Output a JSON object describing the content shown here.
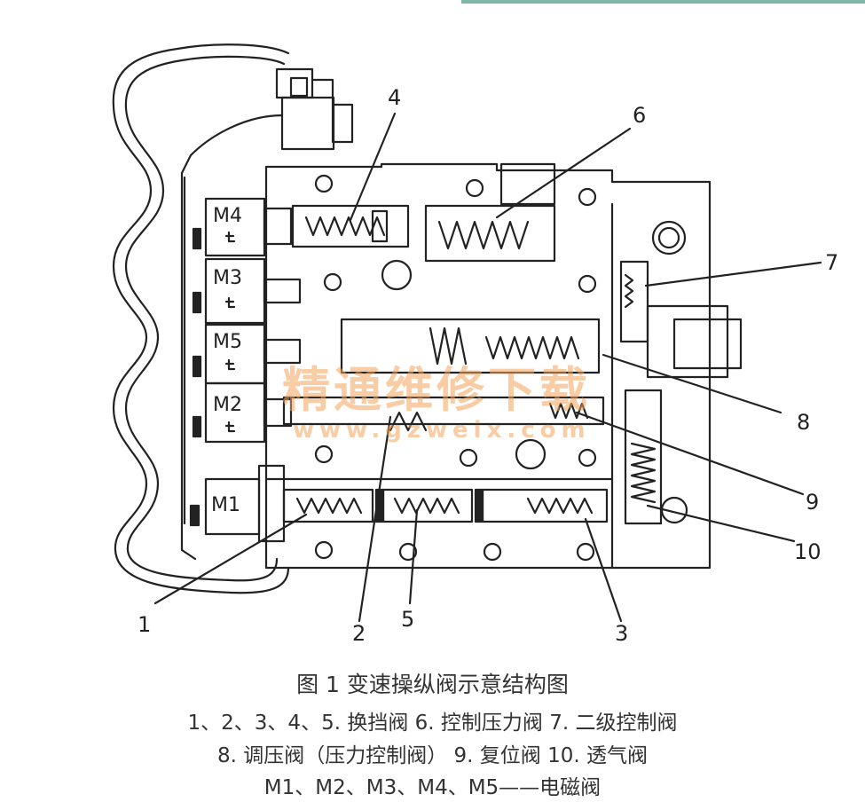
{
  "solenoids": [
    "M4",
    "M3",
    "M5",
    "M2",
    "M1"
  ],
  "callouts": [
    "1",
    "2",
    "3",
    "4",
    "5",
    "6",
    "7",
    "8",
    "9",
    "10"
  ],
  "watermark": {
    "cn": "精通维修下载",
    "url": "www.gzweix.com"
  },
  "caption": {
    "title": "图 1   变速操纵阀示意结构图",
    "line1": "1、2、3、4、5. 换挡阀  6. 控制压力阀  7. 二级控制阀",
    "line2": "8. 调压阀（压力控制阀）  9. 复位阀  10. 透气阀",
    "line3": "M1、M2、M3、M4、M5——电磁阀"
  },
  "colors": {
    "line": "#222222",
    "watermark": "#f2a35a",
    "accent_line": "#7fb8a8"
  }
}
